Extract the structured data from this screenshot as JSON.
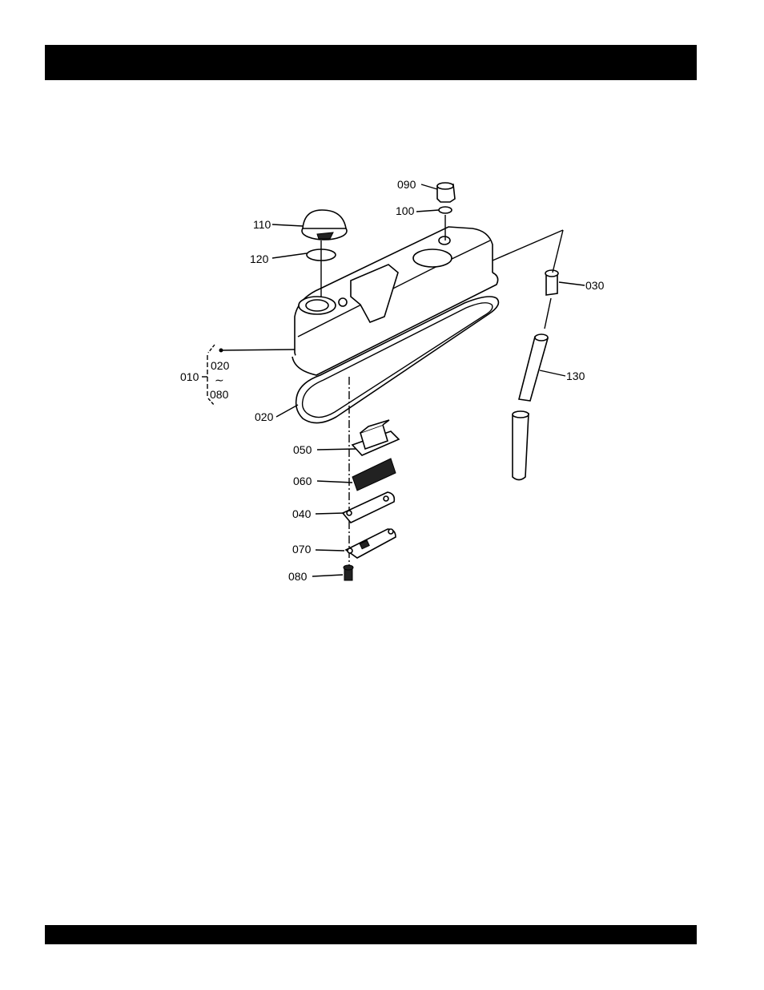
{
  "callouts": {
    "p090": "090",
    "p100": "100",
    "p110": "110",
    "p120": "120",
    "p030": "030",
    "p130": "130",
    "p010": "010",
    "p020_range_start": "020",
    "range_sep": "∼",
    "p080_range_end": "080",
    "p020": "020",
    "p050": "050",
    "p060": "060",
    "p040": "040",
    "p070": "070",
    "p080": "080"
  }
}
